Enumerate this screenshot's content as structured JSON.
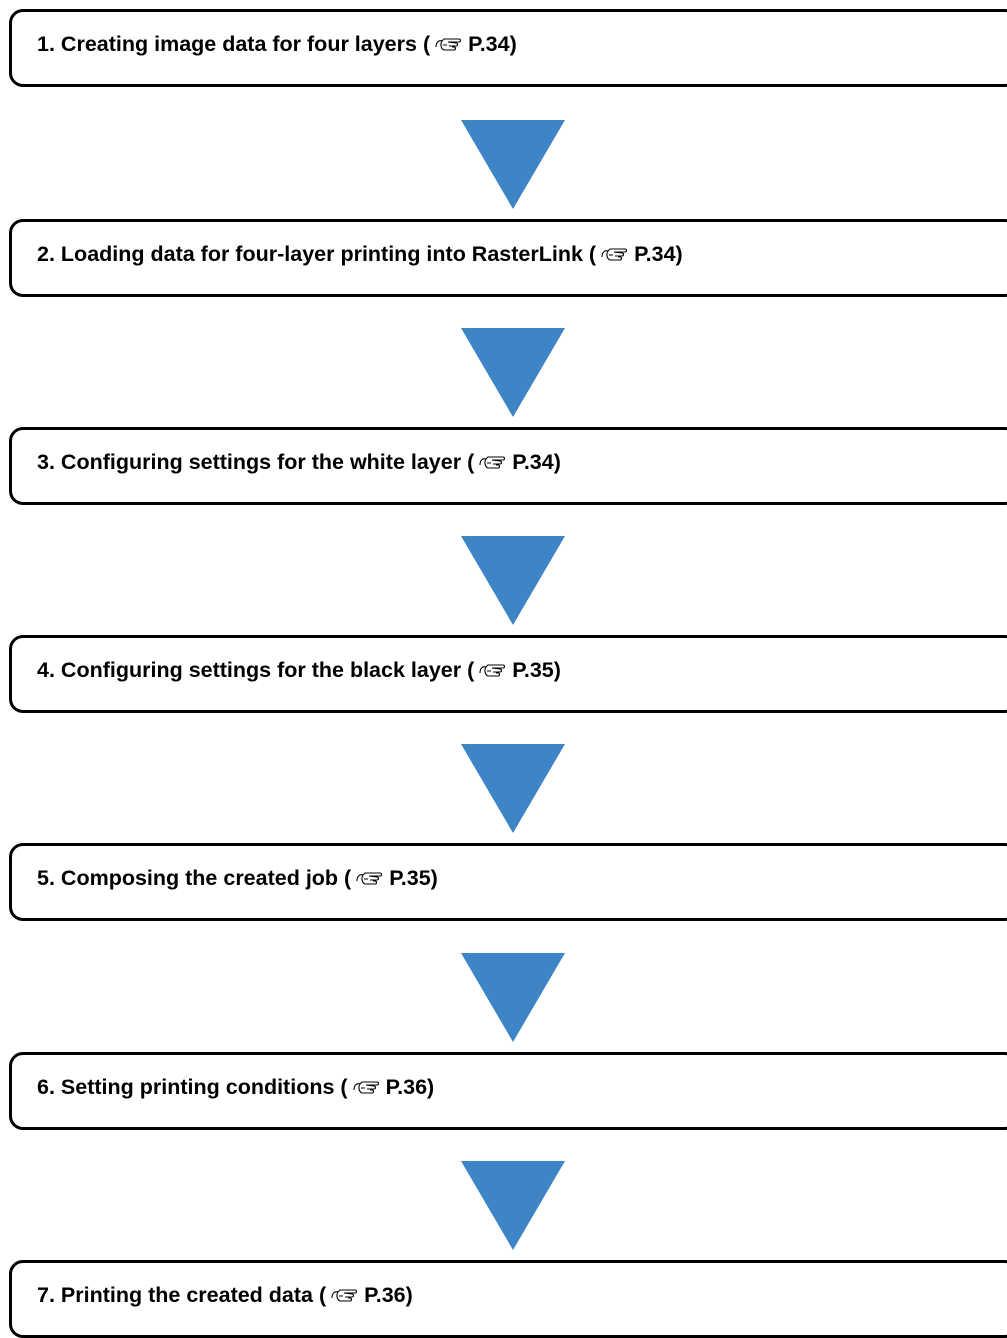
{
  "steps": [
    {
      "number": "1.",
      "label": "Creating image data for four layers",
      "open": "(",
      "page": "P.34)"
    },
    {
      "number": "2.",
      "label": "Loading data for four-layer printing into RasterLink",
      "open": "(",
      "page": "P.34)"
    },
    {
      "number": "3.",
      "label": "Configuring settings for the white layer",
      "open": "(",
      "page": "P.34)"
    },
    {
      "number": "4.",
      "label": "Configuring settings for the black layer",
      "open": "(",
      "page": "P.35)"
    },
    {
      "number": "5.",
      "label": "Composing the created job",
      "open": "(",
      "page": "P.35)"
    },
    {
      "number": "6.",
      "label": "Setting printing conditions",
      "open": "(",
      "page": "P.36)"
    },
    {
      "number": "7.",
      "label": "Printing the created data",
      "open": "(",
      "page": "P.36)"
    }
  ],
  "icons": {
    "reference": "pointing-hand-icon",
    "connector": "down-arrow-triangle"
  },
  "colors": {
    "arrow": "#3d85c6",
    "border": "#000000"
  }
}
